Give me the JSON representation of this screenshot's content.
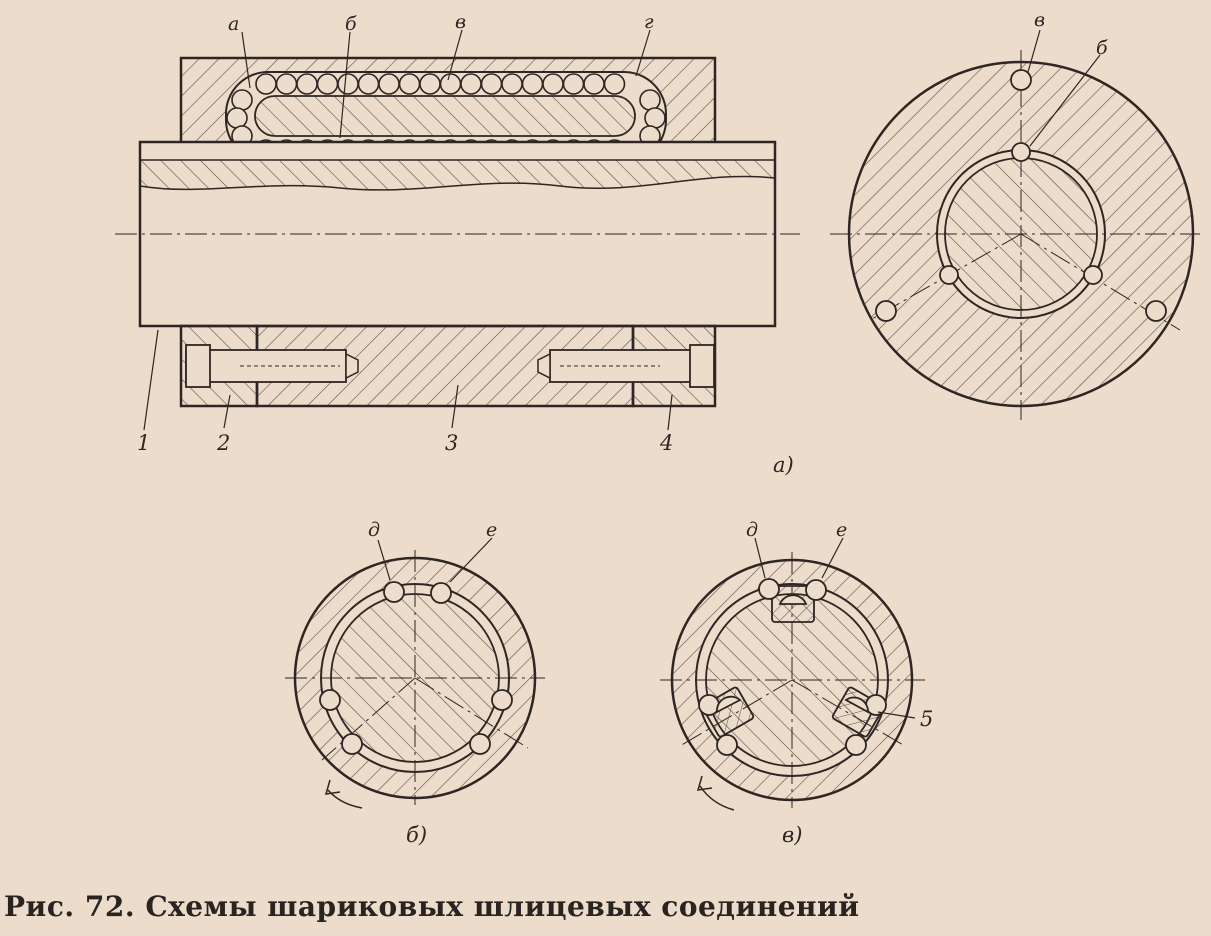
{
  "caption": "Рис. 72. Схемы шариковых шлицевых соединений",
  "labels": {
    "a": "а",
    "b": "б",
    "v": "в",
    "g": "г",
    "d": "д",
    "e": "е",
    "n1": "1",
    "n2": "2",
    "n3": "3",
    "n4": "4",
    "n5": "5",
    "view_a": "а)",
    "view_b": "б)",
    "view_v": "в)"
  },
  "colors": {
    "paper": "#ecdccb",
    "ink": "#2d2622",
    "hatch": "#5a4f48"
  }
}
